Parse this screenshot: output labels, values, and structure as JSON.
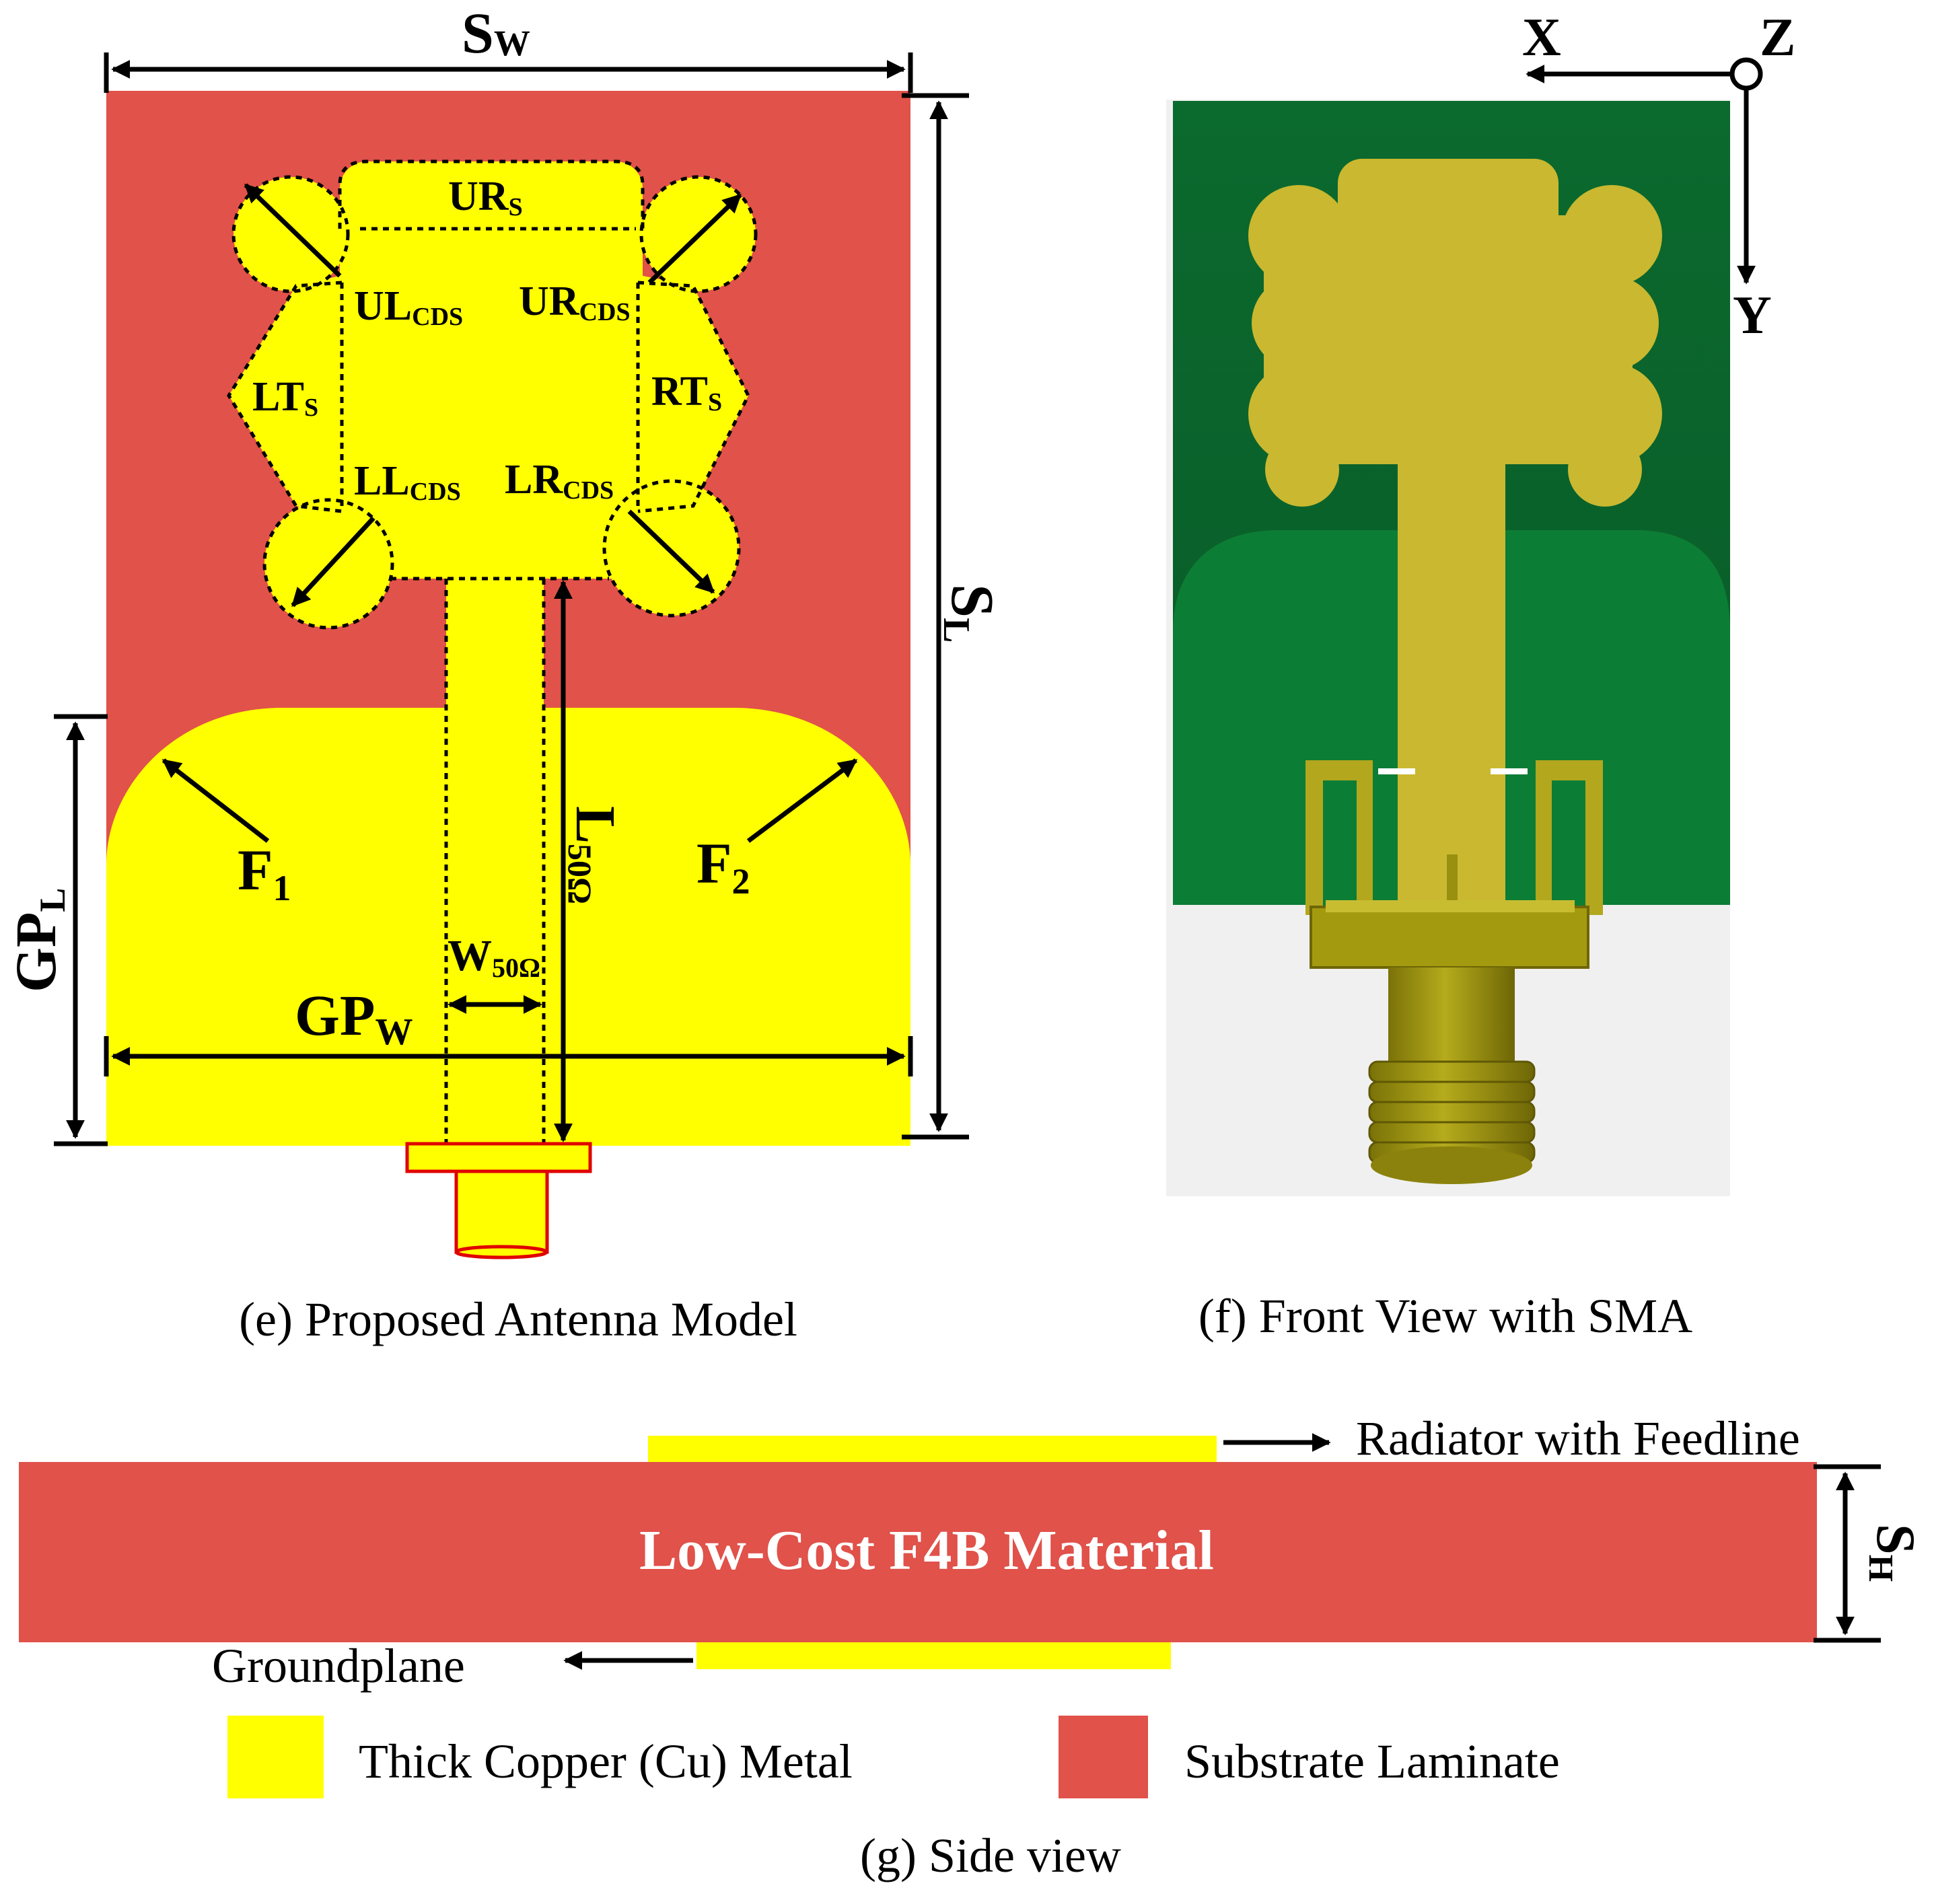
{
  "colors": {
    "copper": "#ffff00",
    "substrate": "#e0524a",
    "pcb_green": "#0b6a2e",
    "pcb_green_dark": "#0a5a28",
    "copper_front": "#c9b830",
    "sma_gold": "#a39a10",
    "sma_red": "#e00000",
    "background": "#ffffff"
  },
  "panel_e": {
    "caption": "(e) Proposed Antenna Model",
    "labels": {
      "sw_main": "S",
      "sw_sub": "W",
      "sl_main": "S",
      "sl_sub": "L",
      "urs_main": "UR",
      "urs_sub": "S",
      "ulcds_main": "UL",
      "ulcds_sub": "CDS",
      "urcds_main": "UR",
      "urcds_sub": "CDS",
      "lts_main": "LT",
      "lts_sub": "S",
      "rts_main": "RT",
      "rts_sub": "S",
      "llcds_main": "LL",
      "llcds_sub": "CDS",
      "lrcds_main": "LR",
      "lrcds_sub": "CDS",
      "f1_main": "F",
      "f1_sub": "1",
      "f2_main": "F",
      "f2_sub": "2",
      "l50_main": "L",
      "l50_sub": "50Ω",
      "gpl_main": "GP",
      "gpl_sub": "L",
      "w50_main": "W",
      "w50_sub": "50Ω",
      "gpw_main": "GP",
      "gpw_sub": "W"
    }
  },
  "panel_f": {
    "caption": "(f) Front View with SMA",
    "axes": {
      "x": "X",
      "y": "Y",
      "z": "Z"
    }
  },
  "panel_g": {
    "caption": "(g) Side view",
    "substrate_label": "Low-Cost F4B Material",
    "radiator_label": "Radiator with Feedline",
    "ground_label": "Groundplane",
    "sh_main": "S",
    "sh_sub": "H",
    "legend": [
      {
        "label": "Thick Copper (Cu) Metal",
        "color": "#ffff00"
      },
      {
        "label": "Substrate Laminate",
        "color": "#e0524a"
      }
    ]
  }
}
